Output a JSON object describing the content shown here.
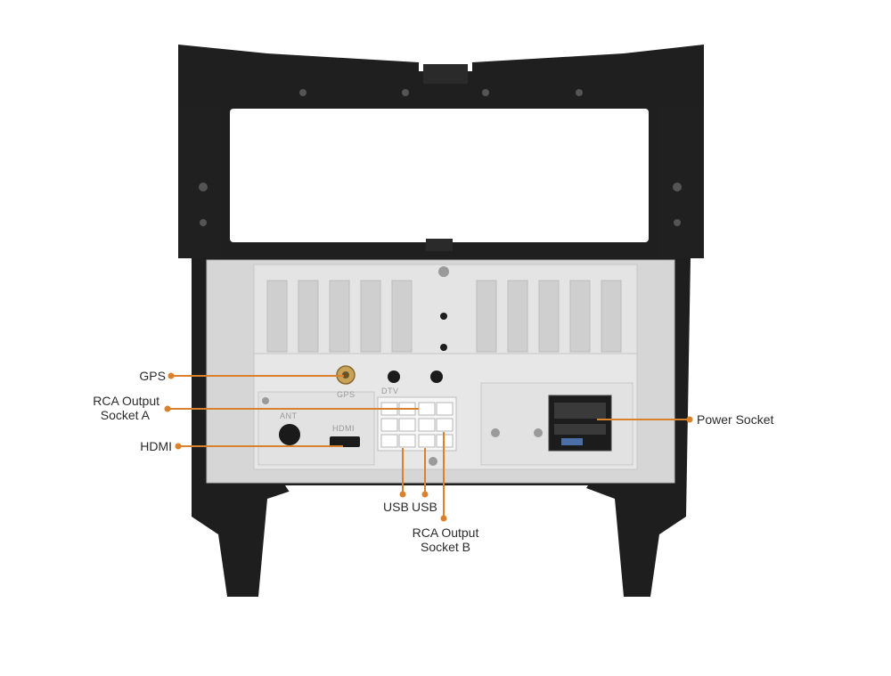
{
  "colors": {
    "accent": "#d9822b",
    "frame": "#1f1f1f",
    "panel": "#d6d6d6",
    "plate": "#e7e7e7"
  },
  "unit_markings": {
    "gps": "GPS",
    "dtv": "DTV",
    "ant": "ANT",
    "hdmi": "HDMI"
  },
  "callouts": {
    "gps": {
      "lines": [
        "GPS"
      ]
    },
    "rca_a": {
      "lines": [
        "RCA Output",
        "Socket A"
      ]
    },
    "hdmi": {
      "lines": [
        "HDMI"
      ]
    },
    "power": {
      "lines": [
        "Power Socket"
      ]
    },
    "usb1": {
      "lines": [
        "USB"
      ]
    },
    "usb2": {
      "lines": [
        "USB"
      ]
    },
    "rca_b": {
      "lines": [
        "RCA Output",
        "Socket B"
      ]
    }
  }
}
